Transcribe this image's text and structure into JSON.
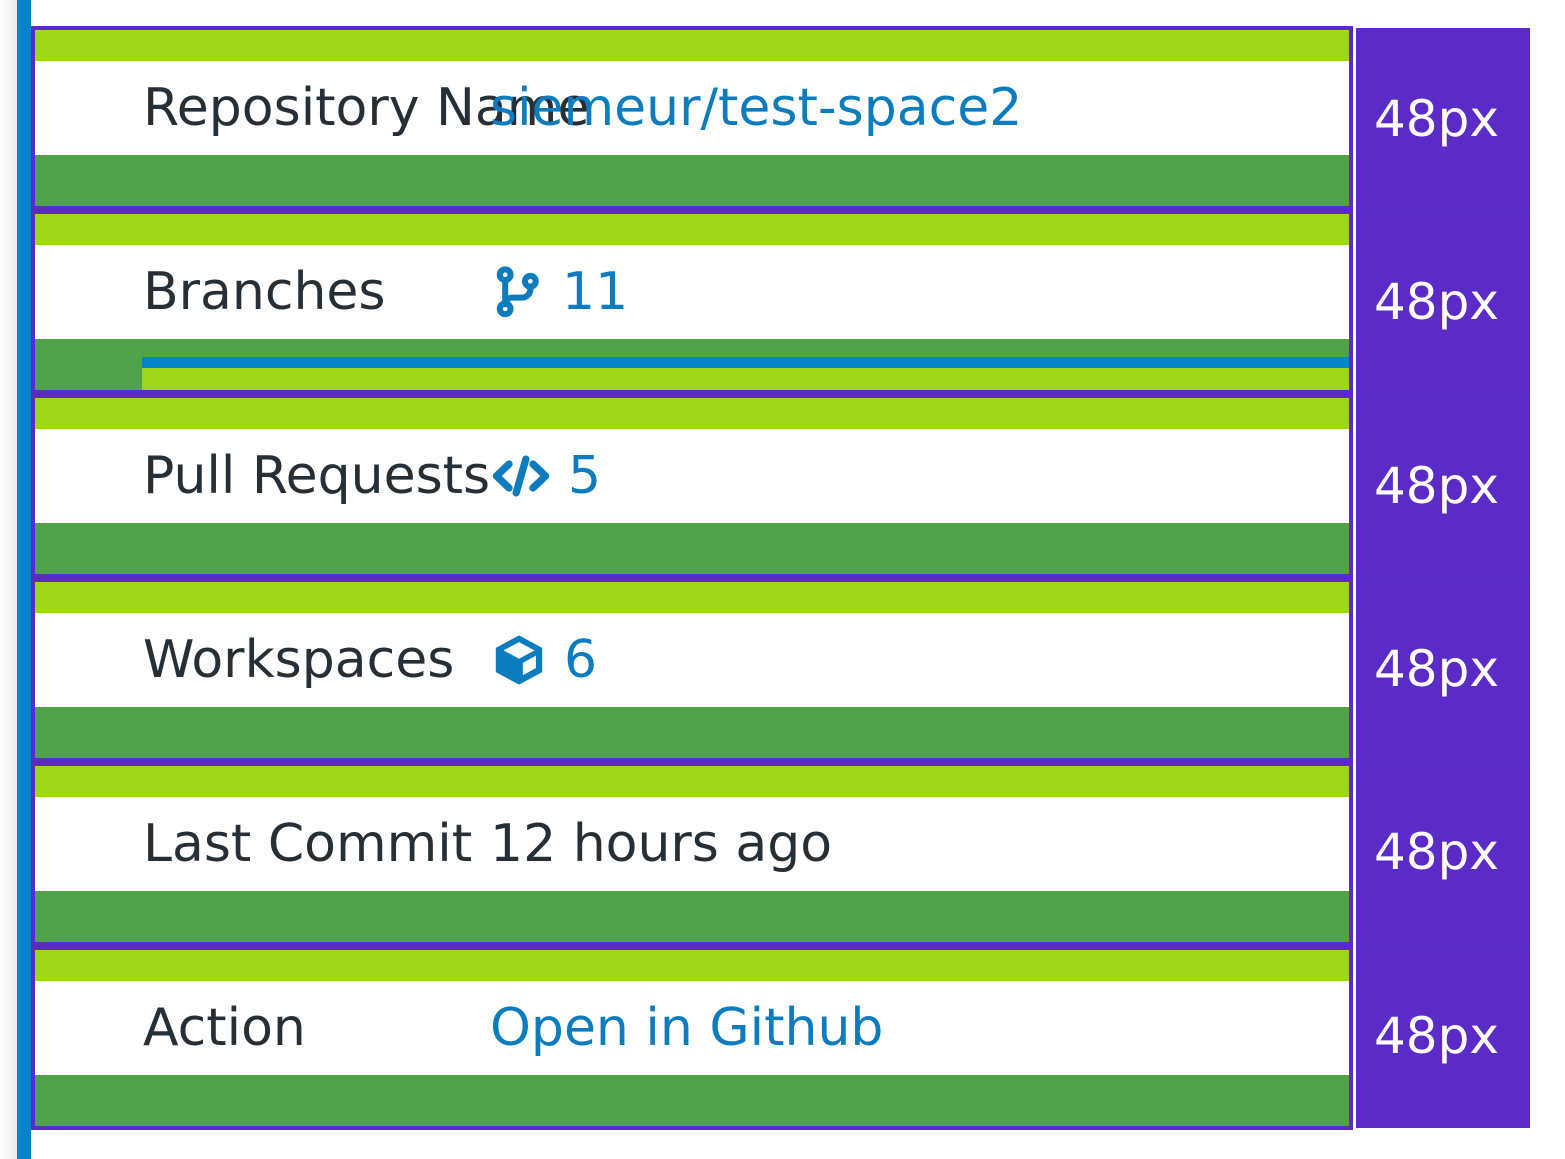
{
  "theme": {
    "rail_blue": "#0484c8",
    "border_purple": "#5b2bc8",
    "band_lime": "#9fd61a",
    "band_green": "#51a34b",
    "link_blue": "#0d7cbf",
    "text_dark": "#262f36",
    "measure_purple": "#5b2bc8",
    "measure_text": "#ffffff"
  },
  "rows": [
    {
      "label": "Repository Name",
      "value": "siemeur/test-space2",
      "value_kind": "link",
      "icon": null,
      "measure": "48px"
    },
    {
      "label": "Branches",
      "value": "11",
      "value_kind": "count",
      "icon": "git-branch-icon",
      "measure": "48px"
    },
    {
      "label": "Pull Requests",
      "value": "5",
      "value_kind": "count",
      "icon": "code-brackets-icon",
      "measure": "48px"
    },
    {
      "label": "Workspaces",
      "value": "6",
      "value_kind": "count",
      "icon": "cube-package-icon",
      "measure": "48px"
    },
    {
      "label": "Last Commit",
      "value": "12 hours ago",
      "value_kind": "text",
      "icon": null,
      "measure": "48px"
    },
    {
      "label": "Action",
      "value": "Open in Github",
      "value_kind": "link",
      "icon": null,
      "measure": "48px"
    }
  ],
  "measure_column": {
    "cells": [
      "48px",
      "48px",
      "48px",
      "48px",
      "48px",
      "48px"
    ]
  }
}
